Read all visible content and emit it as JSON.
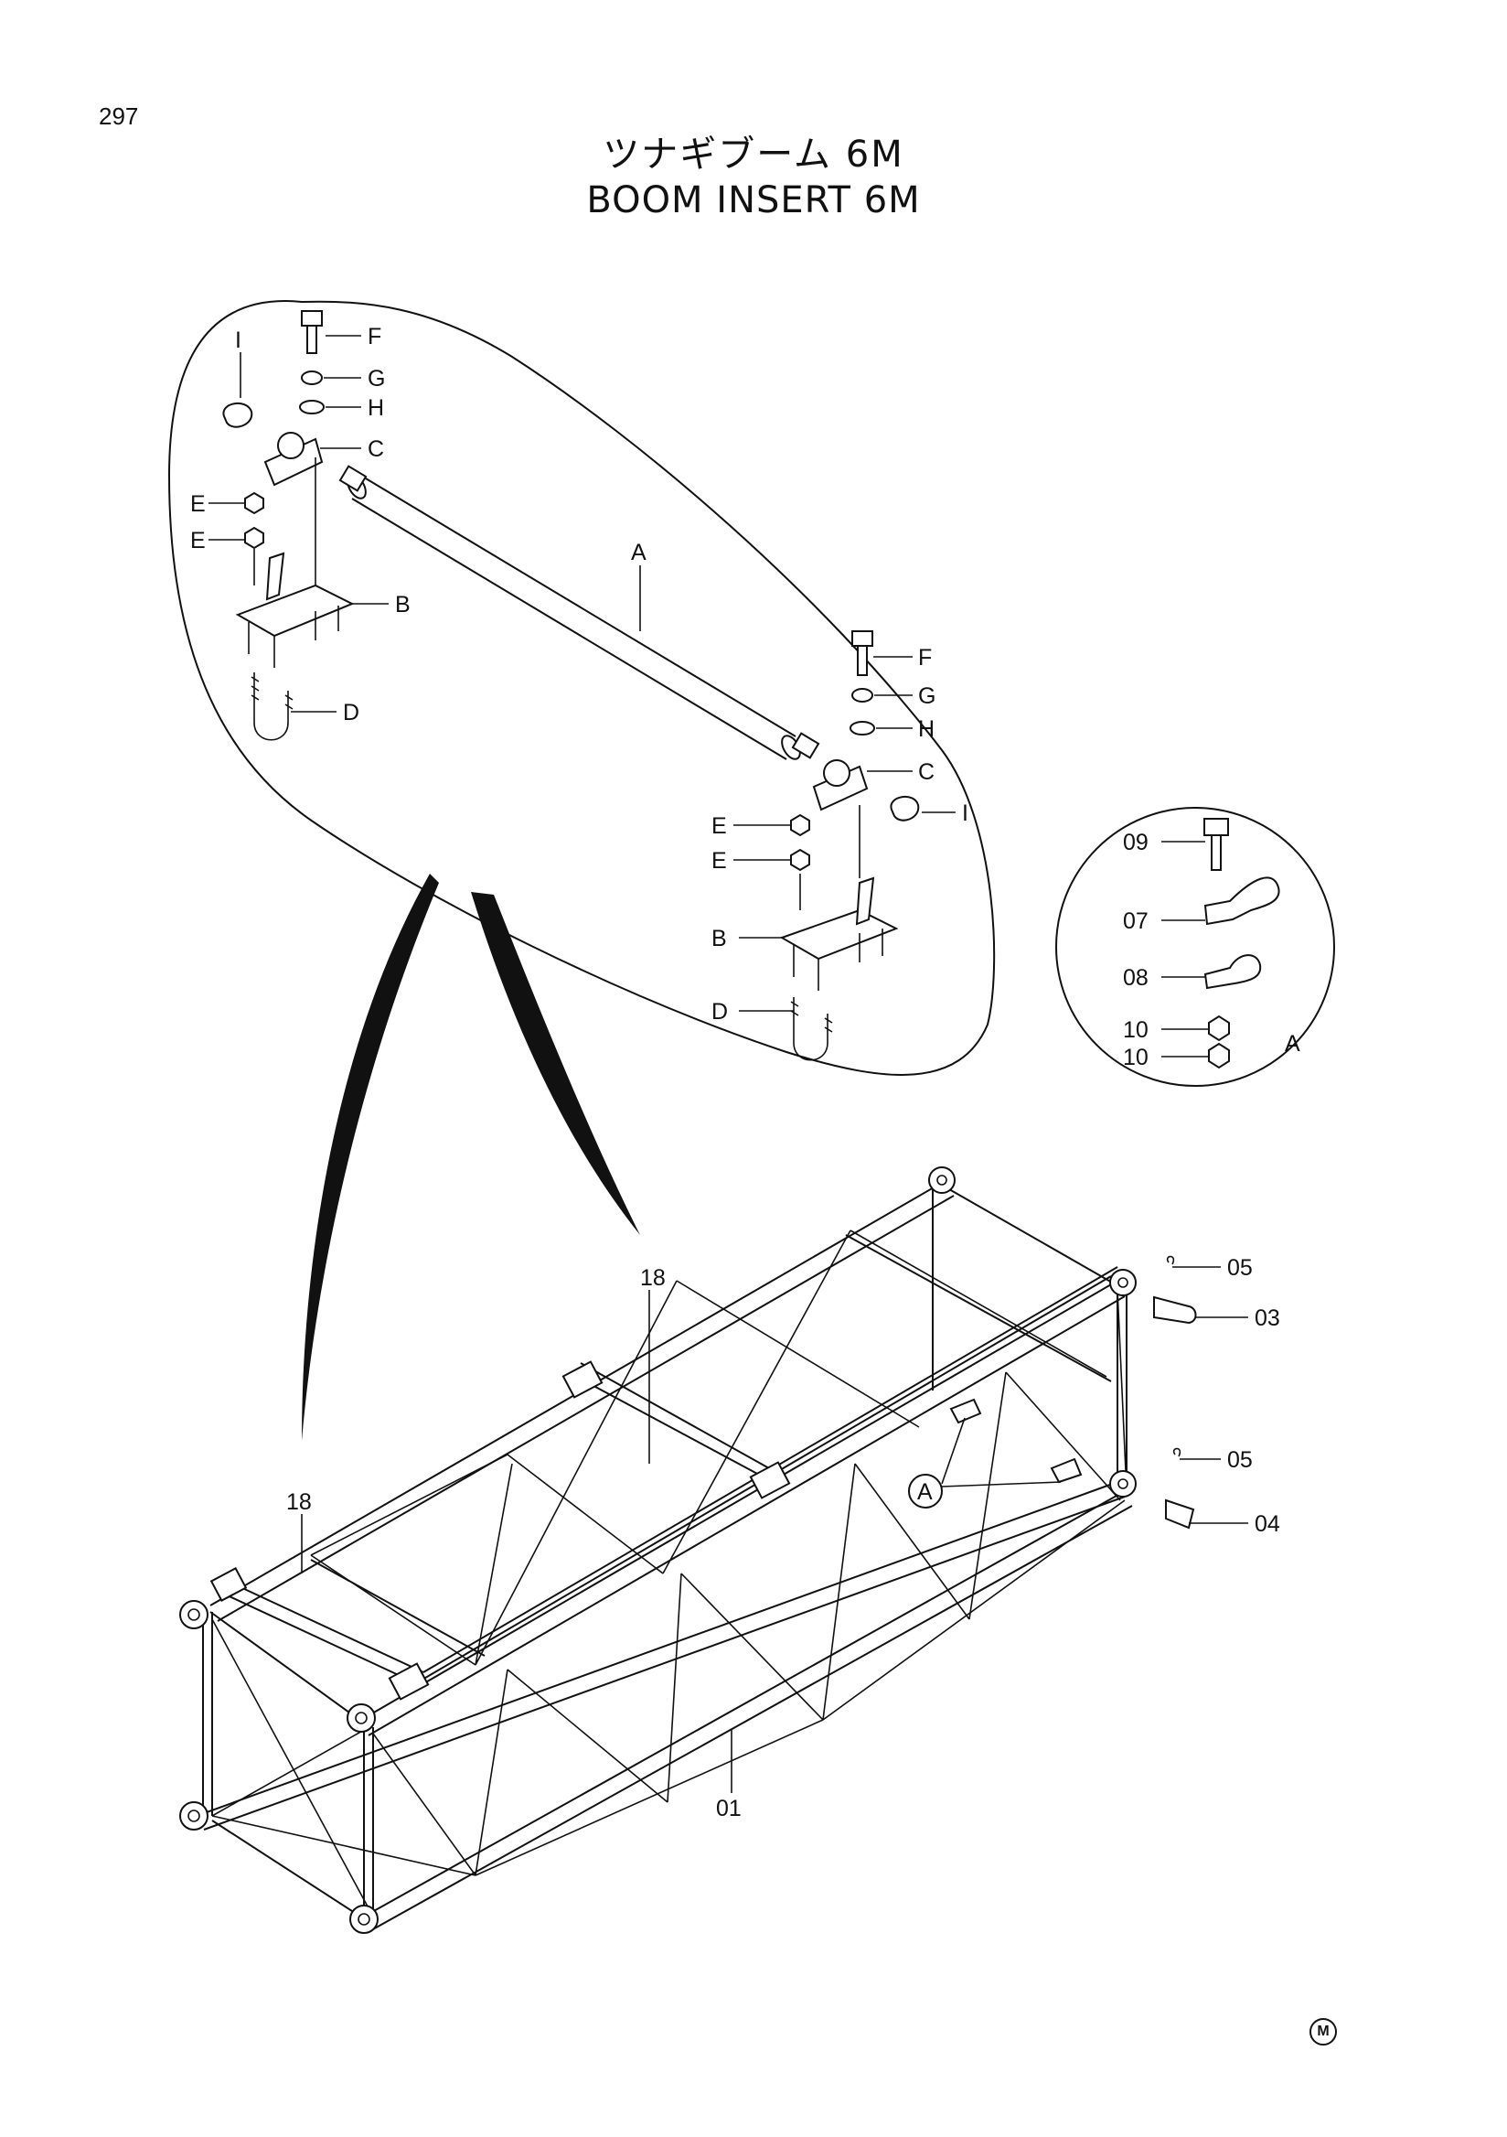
{
  "page_number": "297",
  "title_jp": "ツナギブーム 6M",
  "title_en": "BOOM INSERT 6M",
  "mark": "M",
  "detail_top_labels": [
    "A",
    "B",
    "C",
    "D",
    "E",
    "F",
    "G",
    "H",
    "I"
  ],
  "labels": {
    "top": {
      "A": "A",
      "B": "B",
      "C": "C",
      "D": "D",
      "E": "E",
      "F": "F",
      "G": "G",
      "H": "H",
      "I": "I"
    },
    "circle": {
      "n09": "09",
      "n07": "07",
      "n08": "08",
      "n10": "10",
      "A": "A"
    },
    "main": {
      "n18": "18",
      "n05": "05",
      "n03": "03",
      "n04": "04",
      "n01": "01",
      "A": "A"
    }
  }
}
